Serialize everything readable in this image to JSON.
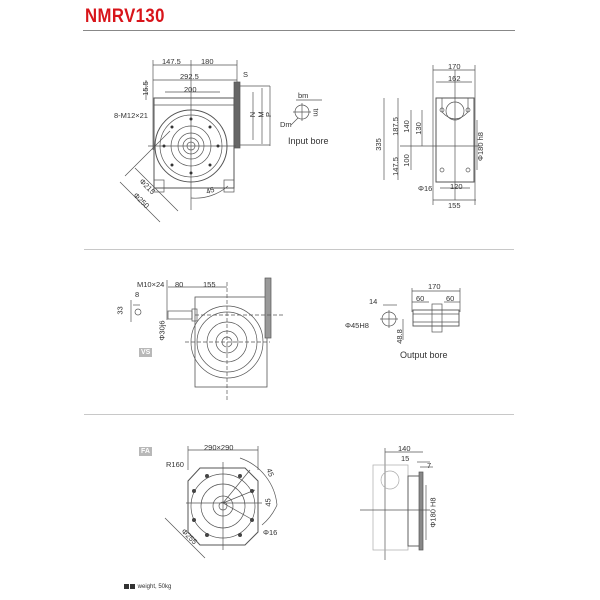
{
  "header": {
    "title": "NMRV130"
  },
  "colors": {
    "title": "#d8141a",
    "line": "#555555",
    "divider": "#c8c8c8",
    "tag_bg": "#b8b8b8"
  },
  "view_top_left": {
    "dims": {
      "d147_5": "147.5",
      "d180": "180",
      "d292_5": "292.5",
      "d200": "200",
      "d15_5": "15.5",
      "bolts": "8-M12×21",
      "S": "S",
      "N": "N",
      "M": "M",
      "P": "P",
      "phi215": "Φ215",
      "phi250": "Φ250",
      "angle45": "45"
    }
  },
  "input_bore": {
    "caption": "Input bore",
    "dims": {
      "bm": "bm",
      "tm": "tm",
      "Dm": "Dm"
    }
  },
  "view_top_right": {
    "dims": {
      "d170": "170",
      "d162": "162",
      "d335": "335",
      "d187_5": "187.5",
      "d140": "140",
      "d130": "130",
      "d147_5": "147.5",
      "d100": "100",
      "phi180": "Φ180 h8",
      "phi16": "Φ16",
      "d120": "120",
      "d155": "155"
    }
  },
  "view_vs": {
    "tag": "VS",
    "dims": {
      "thread": "M10×24",
      "d80": "80",
      "d155": "155",
      "d8": "8",
      "d33": "33",
      "phi30": "Φ30j6"
    }
  },
  "output_bore": {
    "caption": "Output bore",
    "dims": {
      "d14": "14",
      "phi45": "Φ45H8",
      "d48_8": "48.8",
      "d170": "170",
      "d60a": "60",
      "d60b": "60"
    }
  },
  "view_fa": {
    "tag": "FA",
    "dims": {
      "square": "290×290",
      "r160": "R160",
      "a45a": "45",
      "a45b": "45",
      "phi16": "Φ16",
      "phi255": "Φ255"
    }
  },
  "view_fa_side": {
    "dims": {
      "d140": "140",
      "d15": "15",
      "d7": "7",
      "phi180": "Φ180 H8"
    }
  },
  "footer": {
    "weight": "weight, 50kg"
  }
}
